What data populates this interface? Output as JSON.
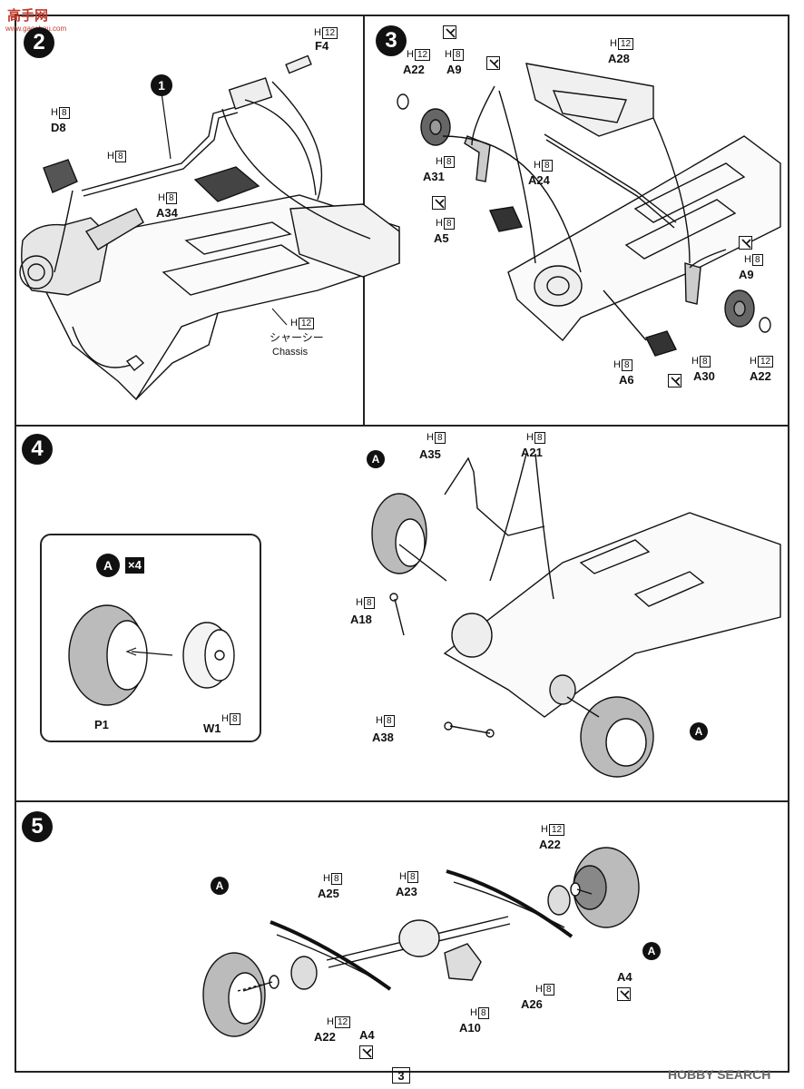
{
  "watermark_top": {
    "cn": "高手网",
    "url": "www.gaoshou.com"
  },
  "page_number": "3",
  "footer_watermark": "HOBBY SEARCH",
  "steps": [
    {
      "num": "2"
    },
    {
      "num": "3"
    },
    {
      "num": "4"
    },
    {
      "num": "5"
    }
  ],
  "step2": {
    "sub_step": "1",
    "labels": {
      "f4": "F4",
      "f4_color": "12",
      "d8": "D8",
      "d8_color": "8",
      "a34": "A34",
      "a34_color": "8",
      "h8_free": "8",
      "chassis_jp": "シャーシー",
      "chassis_en": "Chassis",
      "chassis_color": "12"
    }
  },
  "step3": {
    "labels": {
      "a22l": "A22",
      "a22l_color": "12",
      "a9l": "A9",
      "a9l_color": "8",
      "a28": "A28",
      "a28_color": "12",
      "a31": "A31",
      "a31_color": "8",
      "a24": "A24",
      "a24_color": "8",
      "a5": "A5",
      "a5_color": "8",
      "a9r": "A9",
      "a9r_color": "8",
      "a6": "A6",
      "a6_color": "8",
      "a30": "A30",
      "a30_color": "8",
      "a22r": "A22",
      "a22r_color": "12"
    }
  },
  "step4": {
    "callout": "A",
    "multiplier": "×4",
    "labels": {
      "p1": "P1",
      "w1": "W1",
      "w1_color": "8",
      "a35": "A35",
      "a35_color": "8",
      "a21": "A21",
      "a21_color": "8",
      "a18": "A18",
      "a18_color": "8",
      "a38": "A38",
      "a38_color": "8",
      "a_top": "A",
      "a_bottom": "A"
    }
  },
  "step5": {
    "labels": {
      "a25": "A25",
      "a25_color": "8",
      "a23": "A23",
      "a23_color": "8",
      "a22t": "A22",
      "a22t_color": "12",
      "a4r": "A4",
      "a26": "A26",
      "a26_color": "8",
      "a10": "A10",
      "a10_color": "8",
      "a22b": "A22",
      "a22b_color": "12",
      "a4l": "A4",
      "a_left": "A",
      "a_right": "A"
    }
  },
  "color_prefix": "H"
}
